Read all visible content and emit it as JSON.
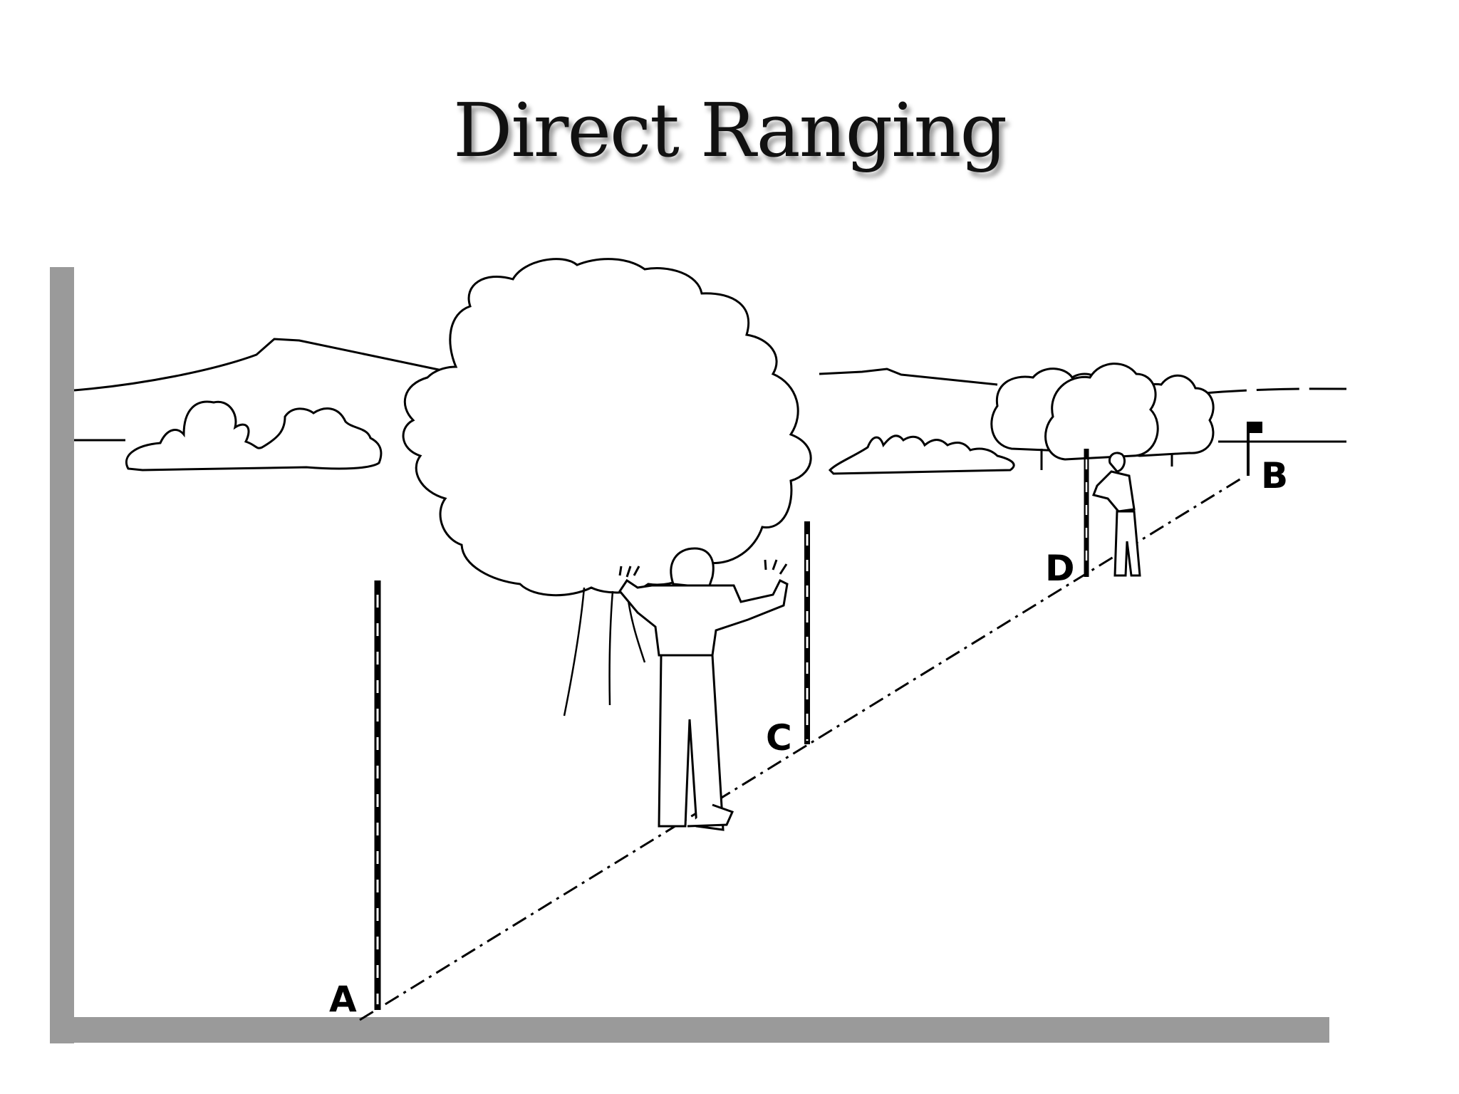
{
  "slide": {
    "title": "Direct Ranging"
  },
  "scene": {
    "points": {
      "a": "A",
      "b": "B",
      "c": "C",
      "d": "D"
    }
  },
  "colors": {
    "frame_shadow": "#9a9a9a",
    "ink": "#000000",
    "background": "#ffffff"
  }
}
